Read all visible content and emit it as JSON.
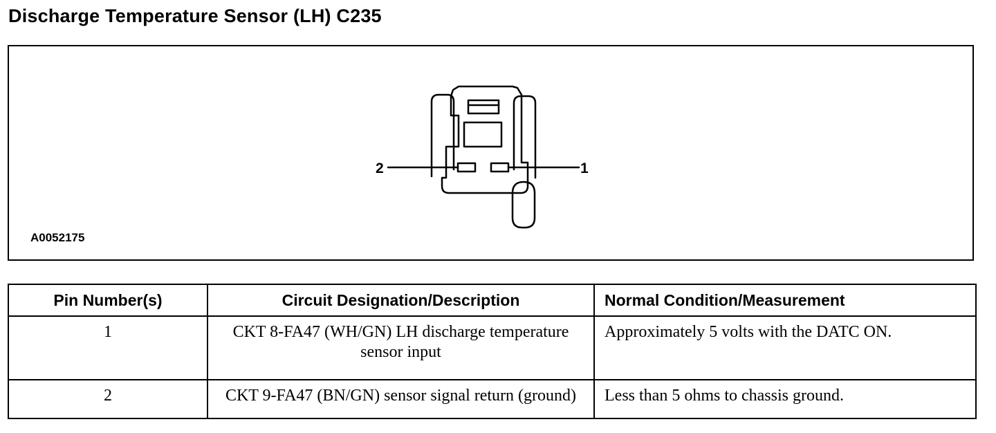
{
  "title": "Discharge Temperature Sensor (LH) C235",
  "figure": {
    "id": "A0052175",
    "pins": [
      {
        "label": "1"
      },
      {
        "label": "2"
      }
    ]
  },
  "table": {
    "headers": {
      "pin": "Pin Number(s)",
      "circuit": "Circuit Designation/Description",
      "normal": "Normal Condition/Measurement"
    },
    "rows": [
      {
        "pin": "1",
        "circuit": "CKT 8-FA47 (WH/GN) LH discharge temperature sensor input",
        "normal": "Approximately 5 volts with the DATC ON."
      },
      {
        "pin": "2",
        "circuit": "CKT 9-FA47 (BN/GN) sensor signal return (ground)",
        "normal": "Less than 5 ohms to chassis ground."
      }
    ]
  }
}
